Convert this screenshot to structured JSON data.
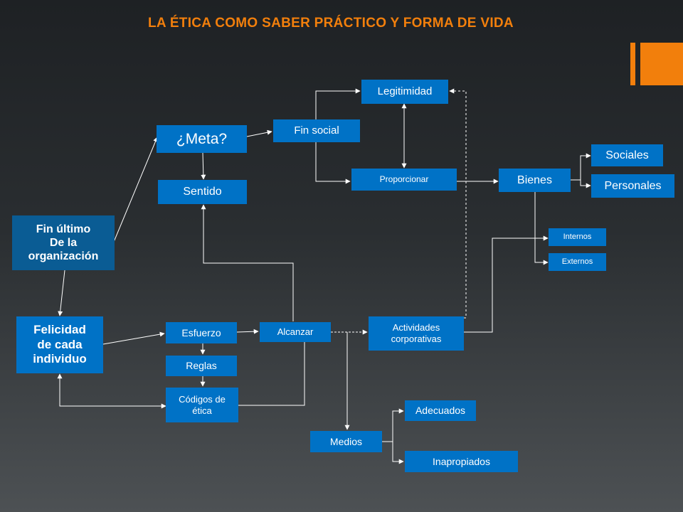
{
  "title": "LA ÉTICA COMO SABER PRÁCTICO Y FORMA DE VIDA",
  "colors": {
    "title": "#f27f0c",
    "accent_bar": "#f27f0c",
    "box_blue": "#0072c6",
    "box_dark_blue": "#0a5c94",
    "connector": "#ffffff"
  },
  "nodes": {
    "fin_ultimo": "Fin último\nDe la\norganización",
    "felicidad": "Felicidad\nde cada\nindividuo",
    "meta": "¿Meta?",
    "sentido": "Sentido",
    "fin_social": "Fin social",
    "legitimidad": "Legitimidad",
    "proporcionar": "Proporcionar",
    "bienes": "Bienes",
    "sociales": "Sociales",
    "personales": "Personales",
    "internos": "Internos",
    "externos": "Externos",
    "esfuerzo": "Esfuerzo",
    "reglas": "Reglas",
    "codigos": "Códigos de\nética",
    "alcanzar": "Alcanzar",
    "actividades": "Actividades\ncorporativas",
    "medios": "Medios",
    "adecuados": "Adecuados",
    "inapropiados": "Inapropiados"
  }
}
